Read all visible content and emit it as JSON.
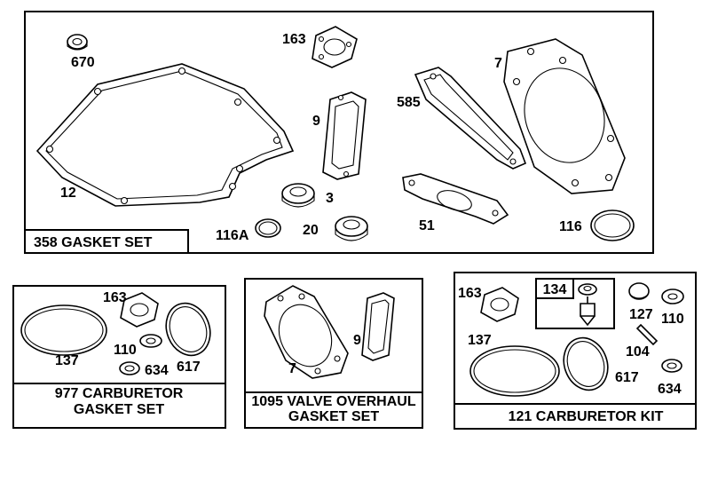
{
  "kits": {
    "k358": {
      "title": "358 GASKET SET"
    },
    "k977": {
      "line1": "977 CARBURETOR",
      "line2": "GASKET SET"
    },
    "k1095": {
      "line1": "1095 VALVE OVERHAUL",
      "line2": "GASKET SET"
    },
    "k121": {
      "title": "121 CARBURETOR KIT",
      "sub_box": "134"
    }
  },
  "parts": {
    "p670": "670",
    "p163a": "163",
    "p7a": "7",
    "p9a": "9",
    "p585": "585",
    "p12": "12",
    "p3": "3",
    "p116a": "116A",
    "p20": "20",
    "p51": "51",
    "p116": "116",
    "p163b": "163",
    "p137a": "137",
    "p110a": "110",
    "p634a": "634",
    "p617a": "617",
    "p9b": "9",
    "p7b": "7",
    "p163c": "163",
    "p127": "127",
    "p110b": "110",
    "p137b": "137",
    "p104": "104",
    "p617b": "617",
    "p634b": "634"
  }
}
